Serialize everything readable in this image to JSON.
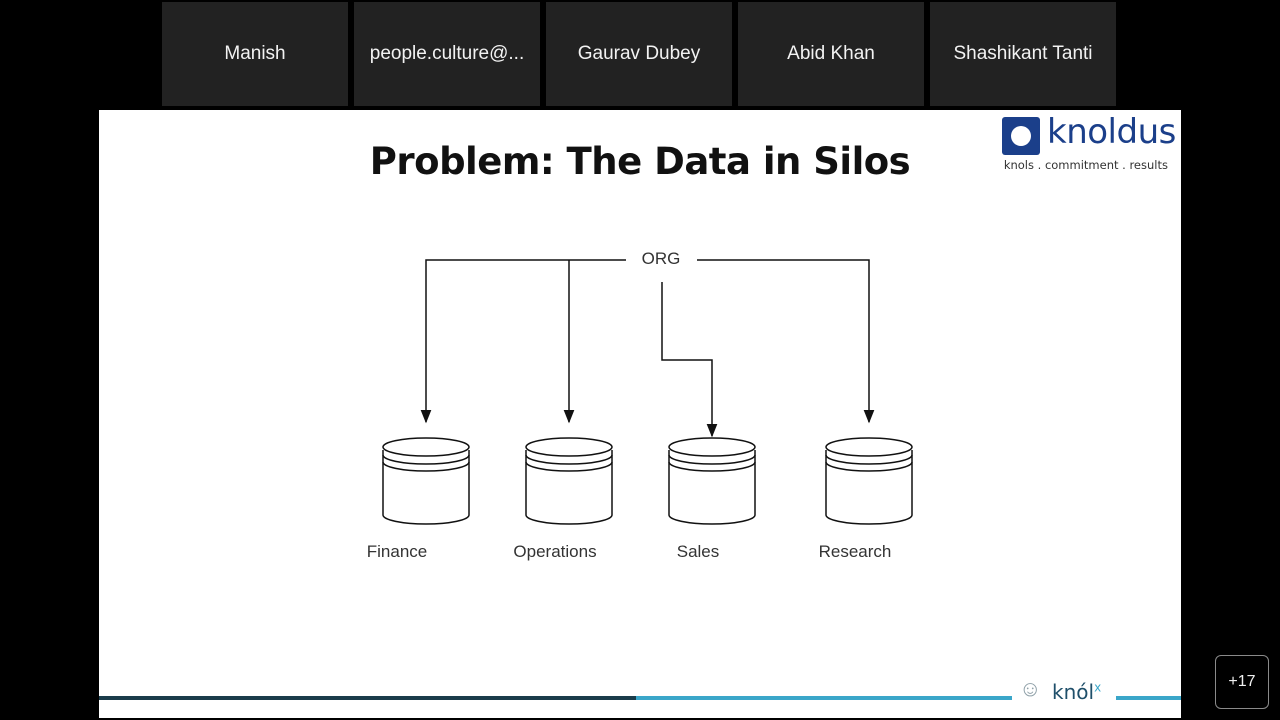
{
  "participants": [
    {
      "name": "Manish"
    },
    {
      "name": "people.culture@..."
    },
    {
      "name": "Gaurav Dubey"
    },
    {
      "name": "Abid Khan"
    },
    {
      "name": "Shashikant Tanti"
    }
  ],
  "slide": {
    "title": "Problem: The Data in Silos",
    "logo": {
      "name": "knoldus",
      "tagline": "knols . commitment . results"
    },
    "diagram": {
      "root": "ORG",
      "silos": [
        "Finance",
        "Operations",
        "Sales",
        "Research"
      ]
    },
    "footer_brand": {
      "name": "knól",
      "suffix": "x"
    }
  },
  "overflow_count": "+17"
}
